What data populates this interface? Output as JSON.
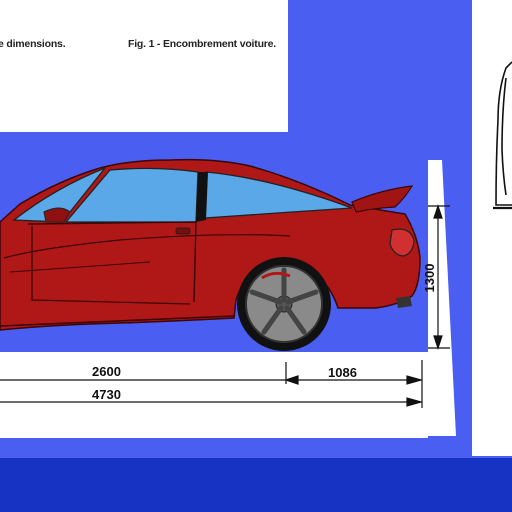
{
  "captions": {
    "english": "e dimensions.",
    "french": "Fig. 1 - Encombrement voiture."
  },
  "dimensions": {
    "wheelbase": "2600",
    "rear_overhang": "1086",
    "overall_length": "4730",
    "height": "1300"
  },
  "colors": {
    "background": "#4a5ef2",
    "panel": "#ffffff",
    "bottom_band": "#1733c4",
    "car_body": "#b01818",
    "window": "#5aa8e8",
    "wheel": "#8a8a8a"
  },
  "icons": {
    "car": "car-side-view-icon",
    "rear_view": "car-rear-view-icon"
  }
}
